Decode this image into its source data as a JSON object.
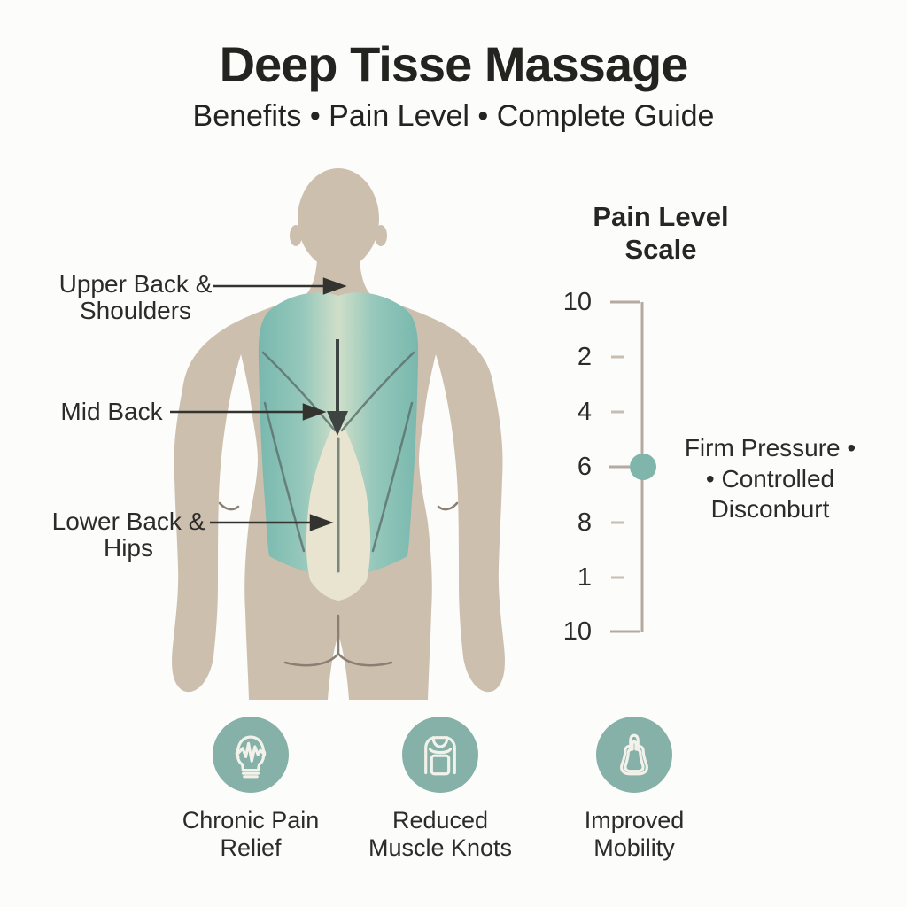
{
  "title": "Deep Tisse Massage",
  "subtitle": "Benefits • Pain Level • Complete Guide",
  "body_labels": {
    "upper": {
      "line1": "Upper Back &",
      "line2": "Shoulders"
    },
    "mid": {
      "line1": "Mid Back"
    },
    "lower": {
      "line1": "Lower Back &",
      "line2": "Hips"
    }
  },
  "pain_scale": {
    "heading_line1": "Pain Level",
    "heading_line2": "Scale",
    "ticks": [
      "10",
      "2",
      "4",
      "6",
      "8",
      "1",
      "10"
    ],
    "marker_value": "6",
    "note_line1": "Firm Pressure •",
    "note_line2": "• Controlled",
    "note_line3": "Disconburt"
  },
  "benefits": [
    {
      "icon": "head-pain-icon",
      "line1": "Chronic Pain",
      "line2": "Relief"
    },
    {
      "icon": "back-torso-icon",
      "line1": "Reduced",
      "line2": "Muscle Knots"
    },
    {
      "icon": "mobility-figure-icon",
      "line1": "Improved",
      "line2": "Mobility"
    }
  ],
  "colors": {
    "background": "#fcfcfb",
    "text": "#2b2b29",
    "skin": "#cdbfae",
    "muscle_teal": "#7db4aa",
    "muscle_highlight": "#cfdfc9",
    "spine_cream": "#e9e4d0",
    "scale_line": "#b5aa9f",
    "marker_teal": "#7fb5aa",
    "icon_teal": "#86b1a8"
  }
}
